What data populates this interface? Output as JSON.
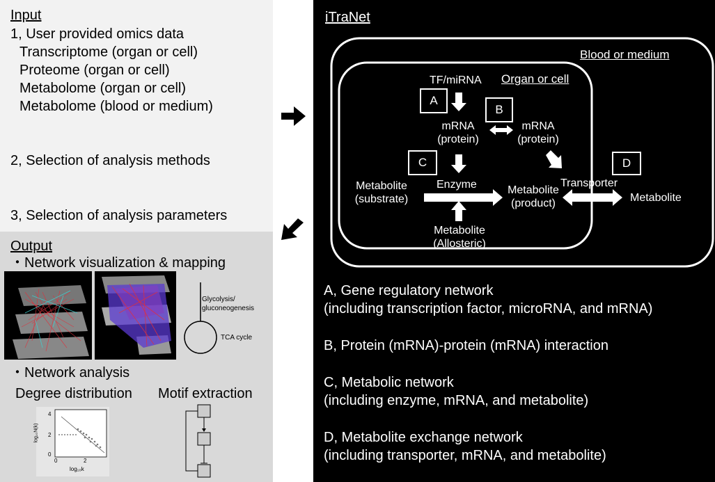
{
  "input": {
    "heading": "Input",
    "item1": "1, User provided omics data",
    "sub_items": [
      "Transcriptome (organ or cell)",
      "Proteome (organ or cell)",
      "Metabolome (organ or cell)",
      "Metabolome (blood or medium)"
    ],
    "item2": "2, Selection of analysis methods",
    "item3": "3, Selection of analysis parameters"
  },
  "output": {
    "heading": "Output",
    "bullet1": "・Network visualization & mapping",
    "bullet2": "・Network analysis",
    "degree_label": "Degree distribution",
    "motif_label": "Motif extraction",
    "glycolysis_label": "Glycolysis/\ngluconeogenesis",
    "tca_label": "TCA cycle",
    "plot": {
      "y_ticks": [
        "4",
        "2",
        "0"
      ],
      "x_ticks": [
        "0",
        "2"
      ],
      "ylabel": "log₁₀N(k)",
      "xlabel": "log₁₀k"
    }
  },
  "itranet": {
    "title": "iTraNet",
    "blood_label": "Blood or medium",
    "organ_label": "Organ or cell",
    "tf_label": "TF/miRNA",
    "box_a": "A",
    "box_b": "B",
    "box_c": "C",
    "box_d": "D",
    "mrna1": "mRNA\n(protein)",
    "mrna2": "mRNA\n(protein)",
    "enzyme": "Enzyme",
    "substrate": "Metabolite\n(substrate)",
    "product": "Metabolite\n(product)",
    "allosteric": "Metabolite\n(Allosteric)",
    "transporter": "Transporter",
    "metabolite_out": "Metabolite",
    "descriptions": [
      "A, Gene regulatory network\n(including transcription factor, microRNA, and mRNA)",
      "B, Protein (mRNA)-protein (mRNA) interaction",
      "C, Metabolic network\n(including enzyme, mRNA, and metabolite)",
      "D, Metabolite exchange network\n(including transporter, mRNA, and metabolite)"
    ]
  },
  "colors": {
    "panel_input": "#f2f2f2",
    "panel_output": "#d9d9d9",
    "itranet_bg": "#000000",
    "network_red": "#e0303c",
    "network_blue": "#3030e0",
    "network_cyan": "#40d0d0"
  }
}
